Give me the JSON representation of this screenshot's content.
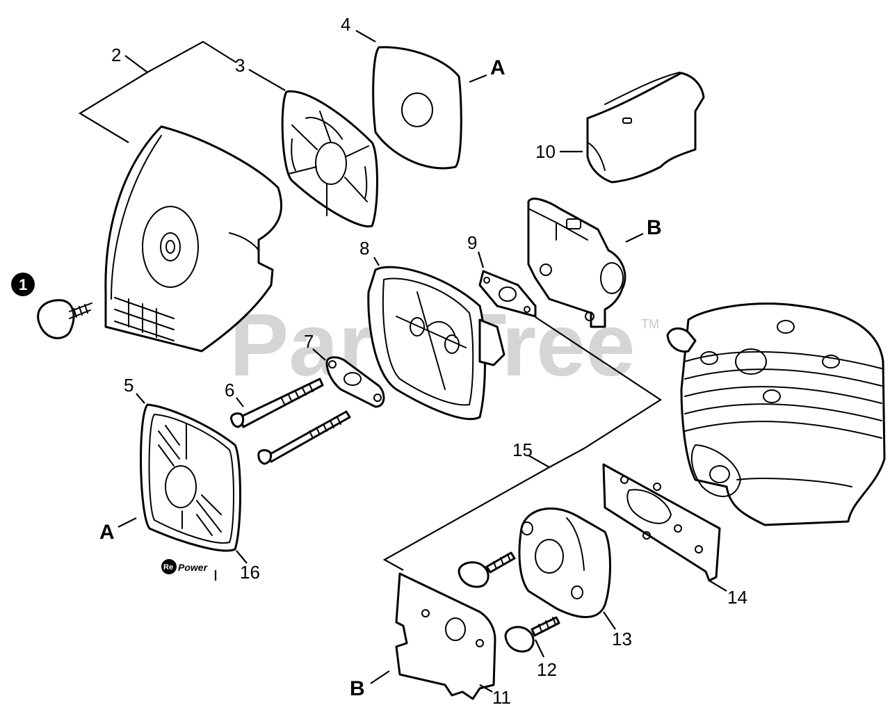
{
  "watermark": {
    "text": "PartsTree",
    "trademark": "TM"
  },
  "logo": {
    "prefix": "Re",
    "text": "Power"
  },
  "badge": {
    "number": "1"
  },
  "callouts": {
    "c2": "2",
    "c3": "3",
    "c4": "4",
    "c5": "5",
    "c6": "6",
    "c7": "7",
    "c8": "8",
    "c9": "9",
    "c10": "10",
    "c11": "11",
    "c12": "12",
    "c13": "13",
    "c14": "14",
    "c15": "15",
    "c16": "16"
  },
  "references": {
    "a_top": "A",
    "a_bottom": "A",
    "b_right": "B",
    "b_bottom": "B"
  }
}
